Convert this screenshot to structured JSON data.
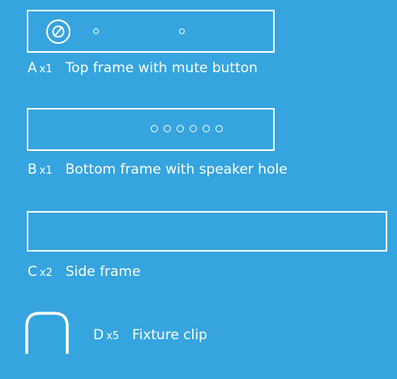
{
  "parts": [
    {
      "letter": "A",
      "qty": "x1",
      "description": "Top frame with mute button"
    },
    {
      "letter": "B",
      "qty": "x1",
      "description": "Bottom frame with speaker hole"
    },
    {
      "letter": "C",
      "qty": "x2",
      "description": "Side frame"
    },
    {
      "letter": "D",
      "qty": "x5",
      "description": "Fixture clip"
    }
  ],
  "colors": {
    "background": "#35a4df",
    "line": "#ffffff"
  },
  "icons": {
    "mute_button": "mute-button-icon",
    "pin_hole": "pin-hole-icon",
    "speaker_hole": "speaker-hole-icon",
    "clip": "fixture-clip-icon"
  },
  "speaker_hole_count": 6
}
